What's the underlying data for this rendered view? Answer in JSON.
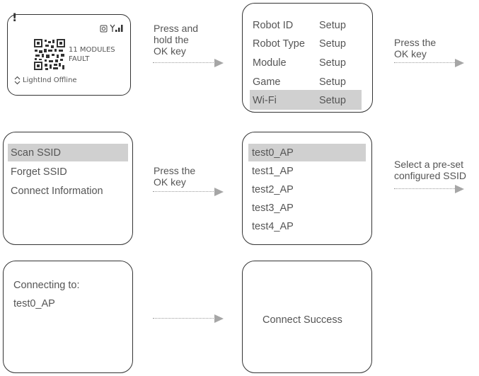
{
  "status_screen": {
    "alert_glyph": "!",
    "modules_line1": "11 MODULES",
    "modules_line2": "FAULT",
    "light_status": "LightInd Offline",
    "icons": [
      "alert-icon",
      "camera-icon",
      "signal-icon",
      "qr-code-icon",
      "up-down-chevron-icon"
    ]
  },
  "step1_instruction": {
    "line1": "Press and",
    "line2": "hold the",
    "line3": "OK key"
  },
  "setup_menu": {
    "rows": [
      {
        "name": "Robot ID",
        "value": "Setup"
      },
      {
        "name": "Robot Type",
        "value": "Setup"
      },
      {
        "name": "Module",
        "value": "Setup"
      },
      {
        "name": "Game",
        "value": "Setup"
      },
      {
        "name": "Wi-Fi",
        "value": "Setup"
      }
    ],
    "selected_index": 4
  },
  "step2_instruction": {
    "line1": "Press the",
    "line2": "OK key"
  },
  "wifi_menu": {
    "items": [
      "Scan SSID",
      "Forget SSID",
      "Connect Information"
    ],
    "selected_index": 0
  },
  "step3_instruction": {
    "line1": "Press the",
    "line2": "OK key"
  },
  "ssid_list": {
    "items": [
      "test0_AP",
      "test1_AP",
      "test2_AP",
      "test3_AP",
      "test4_AP"
    ],
    "selected_index": 0
  },
  "step4_instruction": {
    "line1": "Select a pre-set",
    "line2": "configured SSID"
  },
  "connecting_screen": {
    "label": "Connecting to:",
    "ssid": "test0_AP"
  },
  "success_screen": {
    "message": "Connect Success"
  },
  "colors": {
    "highlight": "#d0d0d0",
    "arrow": "#a6a6a6",
    "border": "#333333",
    "text": "#555555"
  }
}
